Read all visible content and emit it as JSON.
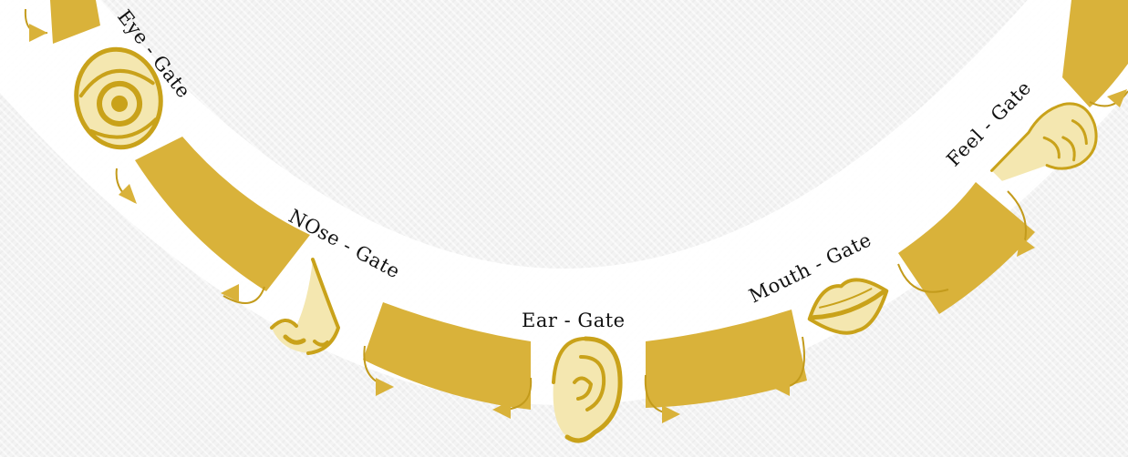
{
  "colors": {
    "band": "#d9b23a",
    "band_dark": "#c9a21a",
    "arrow": "#d9b23a",
    "arrow_line": "#c39b1c",
    "icon_fill": "#f4e7b0",
    "ring": "#ffffff",
    "text": "#111111"
  },
  "gates": [
    {
      "id": "eye",
      "label": "Eye - Gate",
      "icon": "eye-icon"
    },
    {
      "id": "nose",
      "label": "NOse - Gate",
      "icon": "nose-icon"
    },
    {
      "id": "ear",
      "label": "Ear - Gate",
      "icon": "ear-icon"
    },
    {
      "id": "mouth",
      "label": "Mouth - Gate",
      "icon": "lips-icon"
    },
    {
      "id": "feel",
      "label": "Feel - Gate",
      "icon": "pointing-hand-icon"
    }
  ]
}
